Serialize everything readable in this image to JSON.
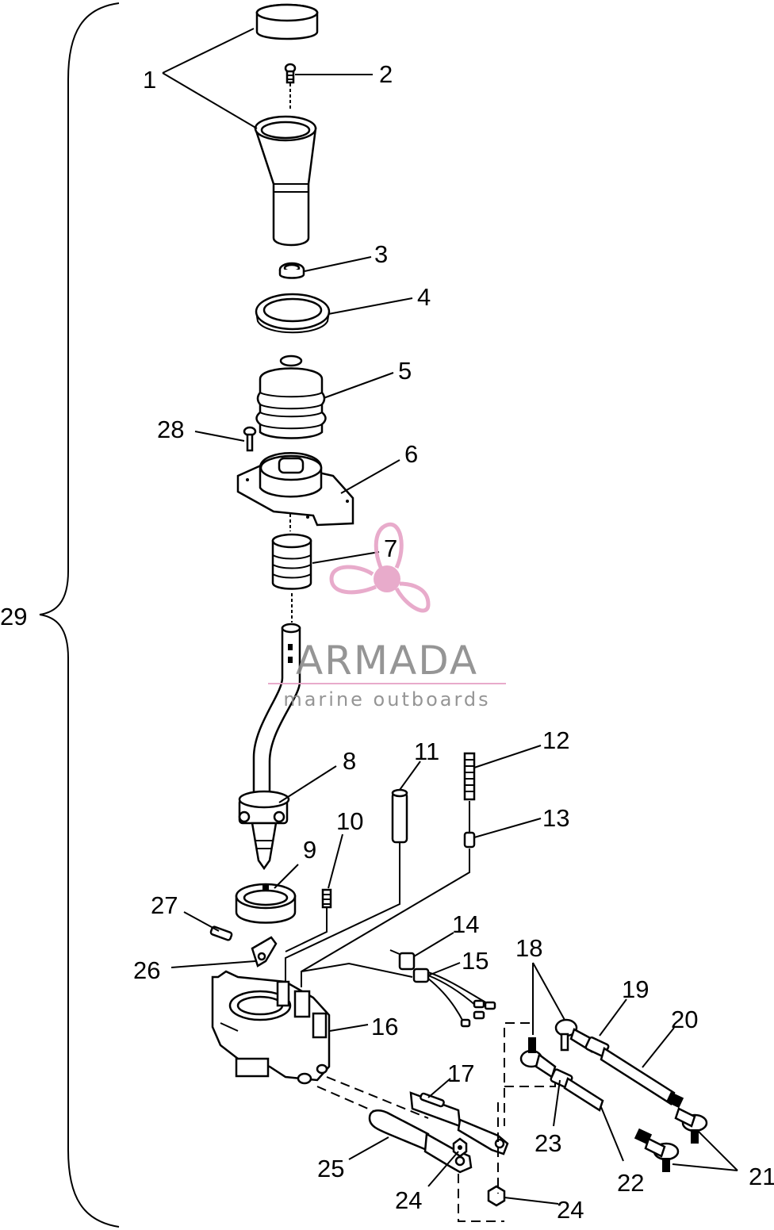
{
  "diagram": {
    "callouts": [
      "1",
      "2",
      "3",
      "4",
      "5",
      "6",
      "7",
      "8",
      "9",
      "10",
      "11",
      "12",
      "13",
      "14",
      "15",
      "16",
      "17",
      "18",
      "19",
      "20",
      "21",
      "22",
      "23",
      "24",
      "24",
      "25",
      "26",
      "27",
      "28",
      "29"
    ]
  },
  "watermark": {
    "brand": "ARMADA",
    "tagline": "marine outboards",
    "accent_color": "#e6a3c6",
    "text_color": "#8a8a8a"
  }
}
